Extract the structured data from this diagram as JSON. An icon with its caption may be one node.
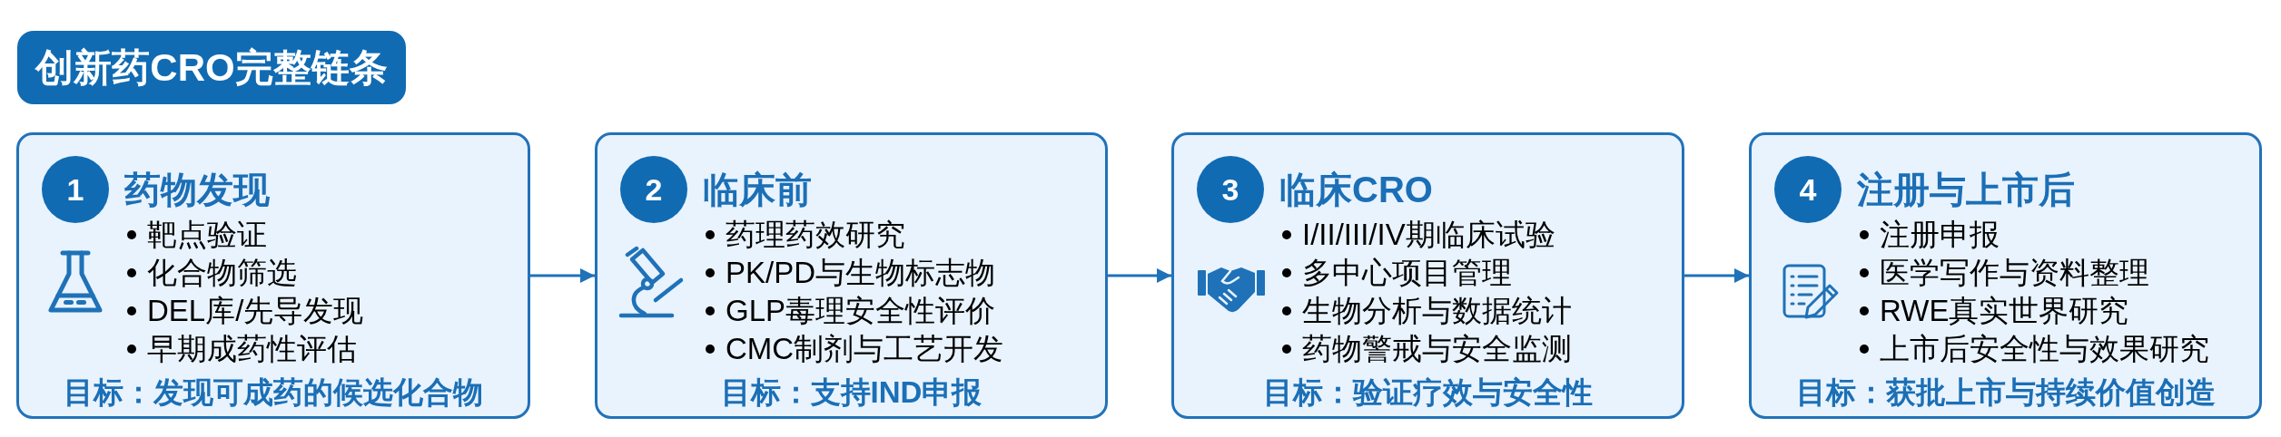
{
  "diagram": {
    "title": "创新药CRO完整链条",
    "nodes": [
      {
        "text": [
          "药物发现",
          "靶点验证",
          "化合物筛选",
          "DEL库/先导发现",
          "早期成药性评估",
          "目标：发现可成药的候选化合物"
        ]
      },
      {
        "text": [
          "1"
        ],
        "in": 0
      },
      {
        "text": [
          "临床前",
          "药理药效研究",
          "PK/PD与生物标志物",
          "GLP毒理安全性评价",
          "CMC制剂与工艺开发",
          "目标：支持IND申报"
        ]
      },
      {
        "text": [
          "2"
        ],
        "in": 2
      },
      {
        "text": [
          "临床CRO",
          "I/II/III/IV期临床试验",
          "多中心项目管理",
          "生物分析与数据统计",
          "药物警戒与安全监测",
          "目标：验证疗效与安全性"
        ]
      },
      {
        "text": [
          "3"
        ],
        "in": 4
      },
      {
        "text": [
          "注册与上市后",
          "注册申报",
          "医学写作与资料整理",
          "RWE真实世界研究",
          "上市后安全性与效果研究",
          "目标：获批上市与持续价值创造"
        ]
      },
      {
        "text": [
          "4"
        ],
        "in": 6
      }
    ],
    "edges": [
      {
        "from": 0,
        "to": 2,
        "arrow": "to"
      },
      {
        "from": 2,
        "to": 4,
        "arrow": "to"
      },
      {
        "from": 4,
        "to": 6,
        "arrow": "to"
      }
    ]
  }
}
